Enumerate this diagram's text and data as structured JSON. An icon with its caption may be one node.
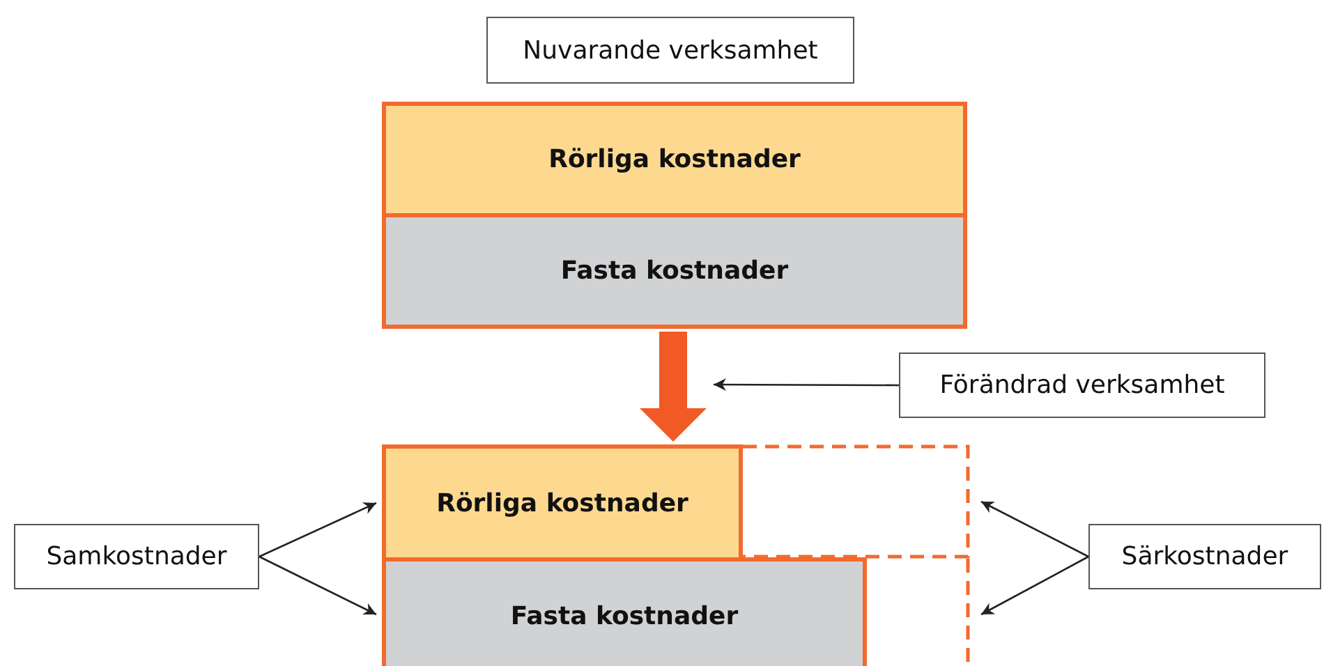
{
  "diagram": {
    "nodes": [
      {
        "text": [
          "Nuvarande verksamhet"
        ]
      },
      {
        "text": [
          "Rörliga kostnader"
        ]
      },
      {
        "text": [
          "Fasta kostnader"
        ]
      },
      {
        "text": [
          "Förändrad verksamhet"
        ]
      },
      {
        "text": [
          "Rörliga kostnader"
        ]
      },
      {
        "text": [
          "Fasta kostnader"
        ]
      },
      {
        "text": [],
        "shape": "box"
      },
      {
        "text": [],
        "shape": "box"
      },
      {
        "text": [
          "Samkostnader"
        ]
      },
      {
        "text": [
          "Särkostnader"
        ]
      }
    ],
    "edges": [
      {
        "from": 2,
        "to": 4,
        "arrow": "to",
        "style": "thick",
        "color": "#f15a24"
      },
      {
        "from": 3,
        "to": null,
        "arrow": "to"
      },
      {
        "from": 8,
        "to": 4,
        "arrow": "to"
      },
      {
        "from": 8,
        "to": 5,
        "arrow": "to"
      },
      {
        "from": 9,
        "to": 6,
        "arrow": "to"
      },
      {
        "from": 9,
        "to": 7,
        "arrow": "to"
      }
    ]
  }
}
